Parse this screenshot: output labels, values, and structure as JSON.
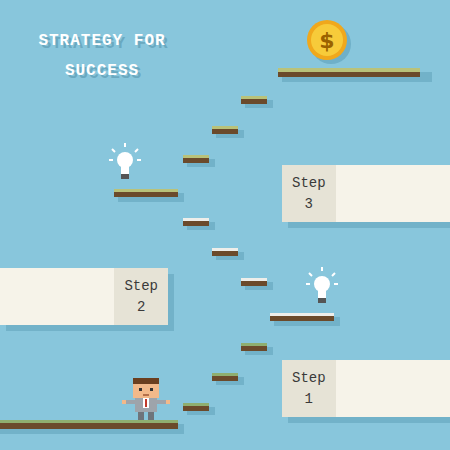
{
  "diagram": {
    "title": "STRATEGY FOR SUCCESS",
    "nodes": [
      {
        "text": [
          "Step 3"
        ]
      },
      {
        "text": [
          "Step 2"
        ]
      },
      {
        "text": [
          "Step 1"
        ]
      }
    ],
    "labels": [
      "$"
    ]
  }
}
